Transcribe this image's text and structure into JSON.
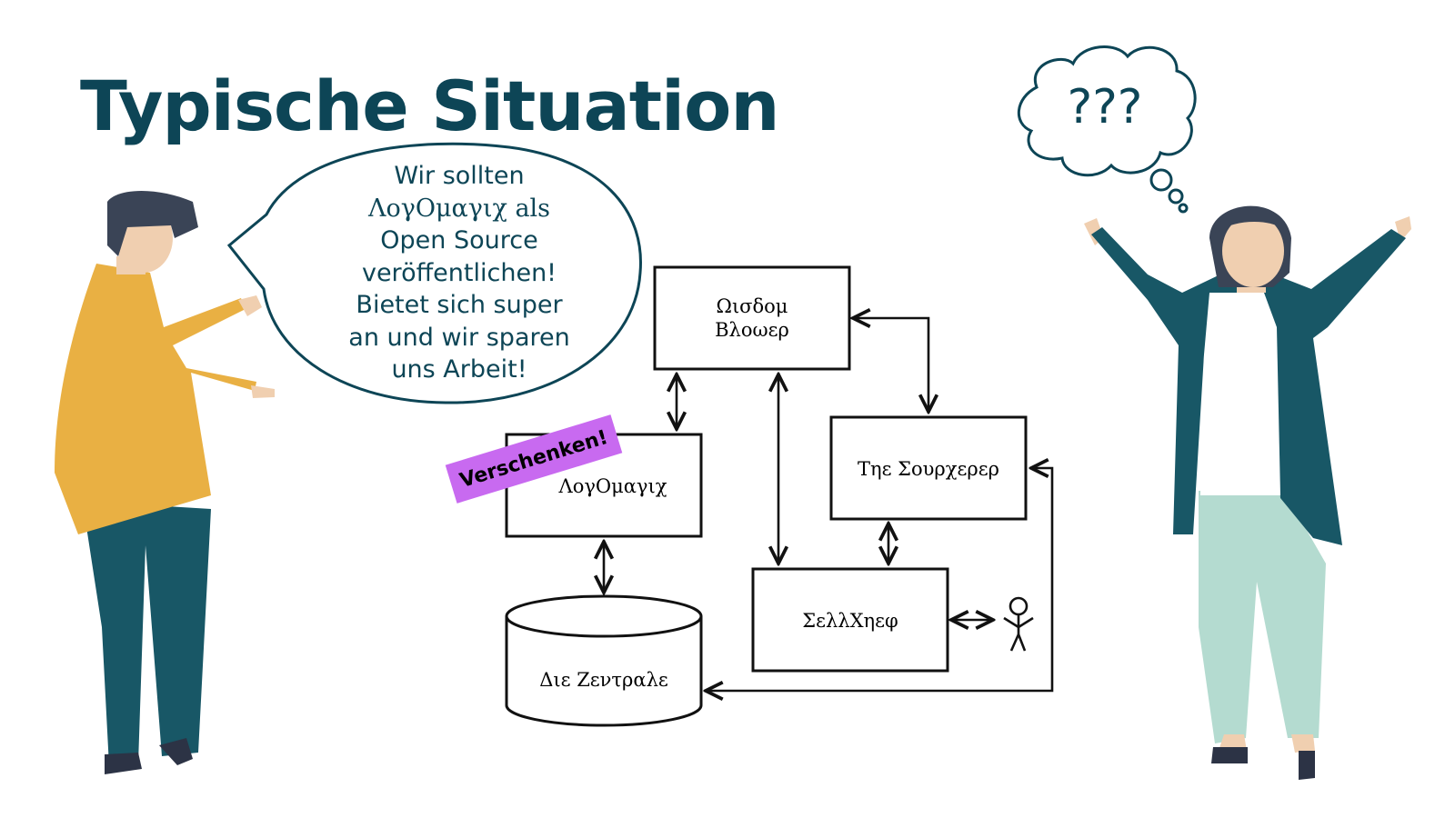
{
  "slide": {
    "title": "Typische Situation"
  },
  "speech_bubble": {
    "lines": [
      "Wir sollten",
      "ΛογΟμαγιχ als",
      "Open Source",
      "veröffentlichen!",
      "Bietet sich super",
      "an und wir sparen",
      "uns Arbeit!"
    ]
  },
  "thought_bubble": {
    "text": "???"
  },
  "diagram": {
    "nodes": {
      "wisdom": [
        "Ωισδομ",
        "Βλοωερ"
      ],
      "logomagic": "ΛογΟμαγιχ",
      "sourcerer": "Τηε Σουρχερερ",
      "selfcheck": "ΣελλΧηεφ",
      "central": "Διε Ζεντραλε"
    },
    "sticker": "Verschenken!"
  },
  "colors": {
    "title": "#0d4556",
    "sticker": "#c86af0",
    "shirt_yellow": "#e9b043",
    "pants_teal": "#185766",
    "hair_dark": "#3a4456",
    "skin": "#f0cfb0",
    "coat_teal": "#185766",
    "pants_mint": "#b4dbd0"
  }
}
